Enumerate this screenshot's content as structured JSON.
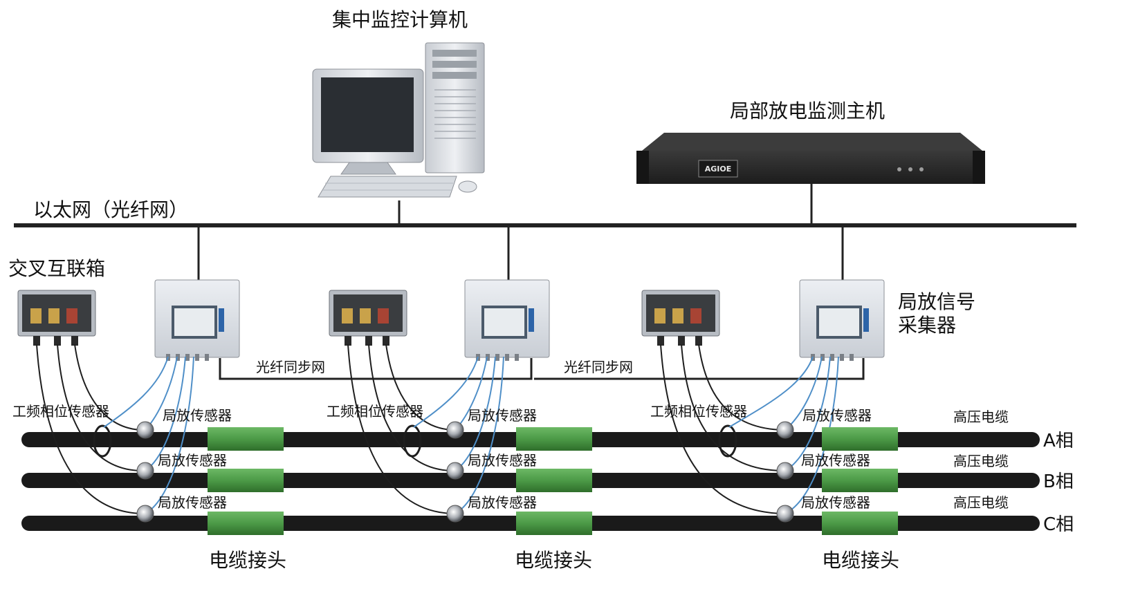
{
  "labels": {
    "central_computer": "集中监控计算机",
    "pd_host": "局部放电监测主机",
    "host_logo": "AGIOE",
    "ethernet": "以太网（光纤网）",
    "cross_bond_box": "交叉互联箱",
    "collector": [
      "局放信号",
      "采集器"
    ],
    "fiber_sync": "光纤同步网",
    "power_freq_sensor": "工频相位传感器",
    "pd_sensor": "局放传感器",
    "hv_cable": "高压电缆",
    "cable_joint": "电缆接头",
    "phases": [
      "A相",
      "B相",
      "C相"
    ]
  },
  "colors": {
    "cable": "#1a1a1a",
    "joint": "#4c9a47",
    "signal_wire": "#4f8fc8",
    "bus": "#222222",
    "device_panel": "#d9dde2",
    "host_body": "#2b2b2b"
  }
}
